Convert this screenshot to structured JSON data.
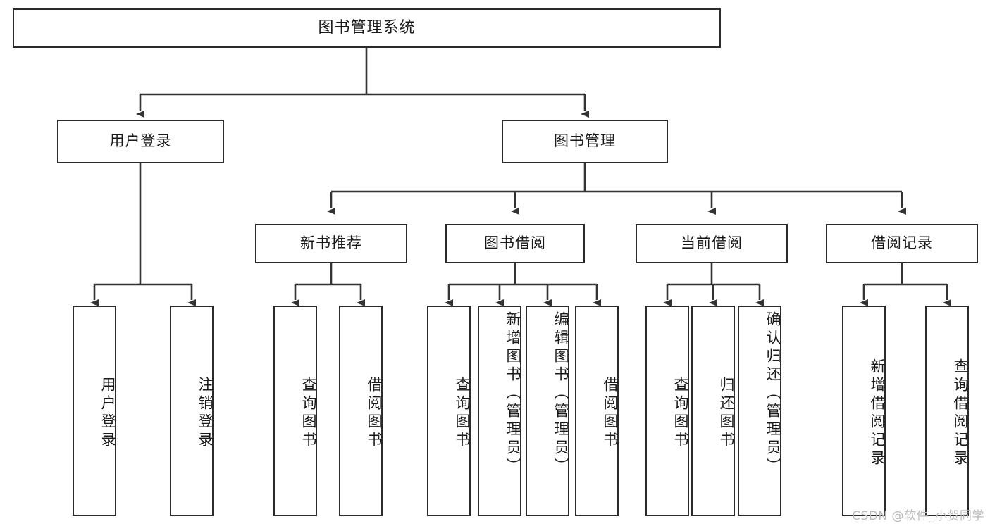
{
  "diagram": {
    "title": "图书管理系统",
    "type": "tree-hierarchy-diagram",
    "watermark": "CSDN @软件_小贺同学",
    "colors": {
      "box_border": "#2b2b2b",
      "box_fill": "#ffffff",
      "connector": "#333333",
      "text": "#1a1a1a",
      "watermark": "#b9b9b9",
      "background": "#ffffff"
    }
  },
  "nodes": {
    "root": {
      "label": "图书管理系统"
    },
    "level1": [
      {
        "id": "user-login",
        "label": "用户登录"
      },
      {
        "id": "book-manage",
        "label": "图书管理"
      }
    ],
    "level2": [
      {
        "id": "new-book-recommend",
        "label": "新书推荐"
      },
      {
        "id": "book-borrow",
        "label": "图书借阅"
      },
      {
        "id": "current-borrow",
        "label": "当前借阅"
      },
      {
        "id": "borrow-record",
        "label": "借阅记录"
      }
    ],
    "leaves": {
      "user_login": [
        {
          "id": "leaf-user-login",
          "label": "用户登录"
        },
        {
          "id": "leaf-logout-login",
          "label": "注销登录"
        }
      ],
      "new_book_recommend": [
        {
          "id": "leaf-query-book-1",
          "label": "查询图书"
        },
        {
          "id": "leaf-borrow-book-1",
          "label": "借阅图书"
        }
      ],
      "book_borrow": [
        {
          "id": "leaf-query-book-2",
          "label": "查询图书"
        },
        {
          "id": "leaf-add-book-admin",
          "label": "新增图书（管理员）"
        },
        {
          "id": "leaf-edit-book-admin",
          "label": "编辑图书（管理员）"
        },
        {
          "id": "leaf-borrow-book-2",
          "label": "借阅图书"
        }
      ],
      "current_borrow": [
        {
          "id": "leaf-query-book-3",
          "label": "查询图书"
        },
        {
          "id": "leaf-return-book",
          "label": "归还图书"
        },
        {
          "id": "leaf-confirm-return-admin",
          "label": "确认归还（管理员）"
        }
      ],
      "borrow_record": [
        {
          "id": "leaf-add-borrow-record",
          "label": "新增借阅记录"
        },
        {
          "id": "leaf-query-borrow-record",
          "label": "查询借阅记录"
        }
      ]
    }
  }
}
